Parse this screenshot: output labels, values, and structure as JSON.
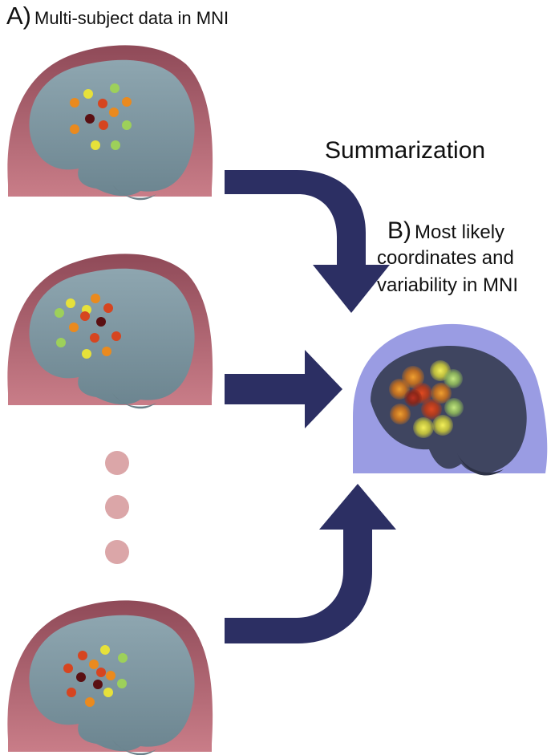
{
  "panel_a": {
    "letter": "A)",
    "title": "Multi-subject data in MNI"
  },
  "arrow_label": "Summarization",
  "panel_b": {
    "letter": "B)",
    "title_line1": "Most likely",
    "title_line2": "coordinates and",
    "title_line3": "variability in MNI"
  },
  "colors": {
    "head_subject": "#a85e6c",
    "brain_subject": "#7f98a3",
    "head_mni": "#9a9ce3",
    "brain_mni": "#3f4560",
    "arrow": "#2c2f63",
    "ellipsis_dot": "#dba6a8",
    "point_dark": "#5a0f12",
    "point_red": "#d64520",
    "point_orange": "#ea8a1e",
    "point_yellow": "#e6e13a",
    "point_green": "#9dd05a"
  },
  "subjects_shown": 3,
  "ellipsis_dots": 3
}
